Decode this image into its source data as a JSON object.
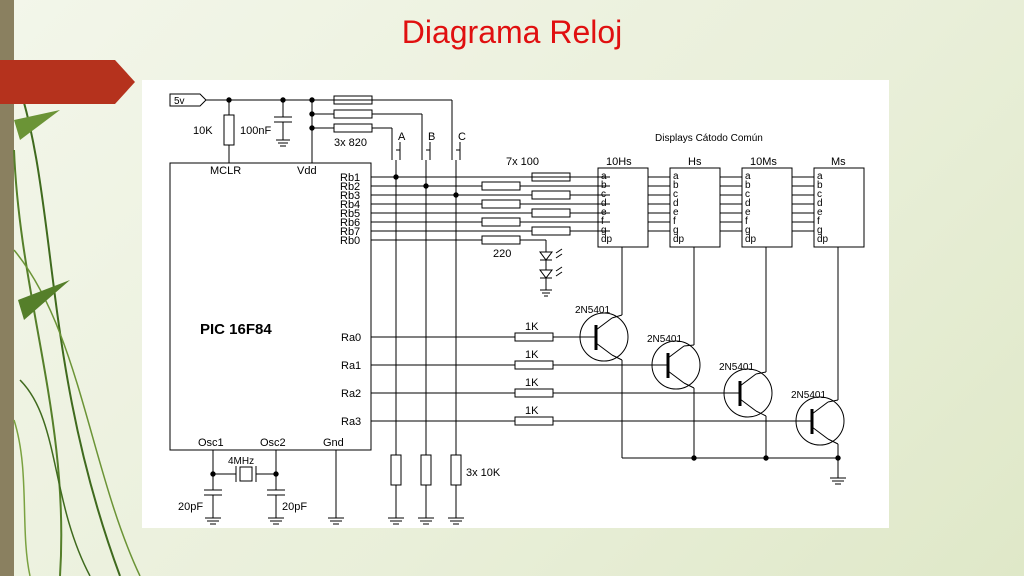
{
  "slide": {
    "title": "Diagrama Reloj"
  },
  "diagram": {
    "supply": "5v",
    "mclr_resistor": "10K",
    "cap_100nf": "100nF",
    "pullups": "3x 820",
    "buttons": [
      "A",
      "B",
      "C"
    ],
    "displays_title": "Displays Cátodo Común",
    "seg_resistors": "7x 100",
    "led_resistor": "220",
    "mcu": {
      "name": "PIC 16F84",
      "top_pins": [
        "MCLR",
        "Vdd"
      ],
      "rb_pins": [
        "Rb1",
        "Rb2",
        "Rb3",
        "Rb4",
        "Rb5",
        "Rb6",
        "Rb7",
        "Rb0"
      ],
      "ra_pins": [
        "Ra0",
        "Ra1",
        "Ra2",
        "Ra3"
      ],
      "bottom_pins": [
        "Osc1",
        "Osc2",
        "Gnd"
      ]
    },
    "displays": [
      {
        "label": "10Hs",
        "segments": [
          "a",
          "b",
          "c",
          "d",
          "e",
          "f",
          "g",
          "dp"
        ]
      },
      {
        "label": "Hs",
        "segments": [
          "a",
          "b",
          "c",
          "d",
          "e",
          "f",
          "g",
          "dp"
        ]
      },
      {
        "label": "10Ms",
        "segments": [
          "a",
          "b",
          "c",
          "d",
          "e",
          "f",
          "g",
          "dp"
        ]
      },
      {
        "label": "Ms",
        "segments": [
          "a",
          "b",
          "c",
          "d",
          "e",
          "f",
          "g",
          "dp"
        ]
      }
    ],
    "base_resistors": [
      "1K",
      "1K",
      "1K",
      "1K"
    ],
    "transistors": [
      "2N5401",
      "2N5401",
      "2N5401",
      "2N5401"
    ],
    "crystal": "4MHz",
    "crystal_caps": [
      "20pF",
      "20pF"
    ],
    "pulldowns": "3x 10K"
  }
}
